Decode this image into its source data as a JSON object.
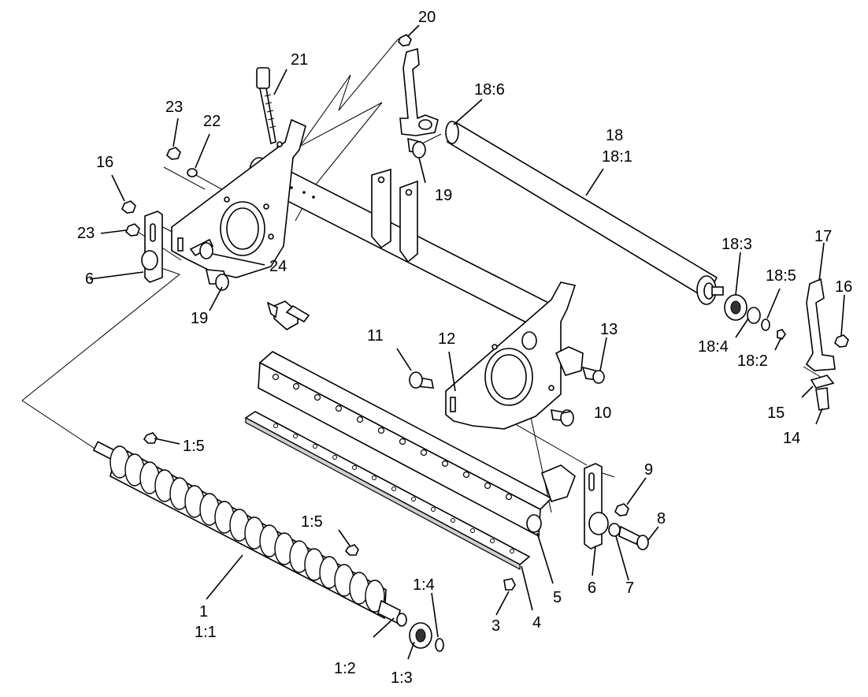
{
  "callouts": [
    {
      "id": "c20",
      "text": "20"
    },
    {
      "id": "c21",
      "text": "21"
    },
    {
      "id": "c23a",
      "text": "23"
    },
    {
      "id": "c22",
      "text": "22"
    },
    {
      "id": "c16a",
      "text": "16"
    },
    {
      "id": "c23b",
      "text": "23"
    },
    {
      "id": "c6a",
      "text": "6"
    },
    {
      "id": "c24",
      "text": "24"
    },
    {
      "id": "c19a",
      "text": "19"
    },
    {
      "id": "c19b",
      "text": "19"
    },
    {
      "id": "c18-6",
      "text": "18:6"
    },
    {
      "id": "c18",
      "text": "18"
    },
    {
      "id": "c18-1",
      "text": "18:1"
    },
    {
      "id": "c18-3",
      "text": "18:3"
    },
    {
      "id": "c18-5",
      "text": "18:5"
    },
    {
      "id": "c18-4",
      "text": "18:4"
    },
    {
      "id": "c18-2",
      "text": "18:2"
    },
    {
      "id": "c17",
      "text": "17"
    },
    {
      "id": "c16b",
      "text": "16"
    },
    {
      "id": "c15",
      "text": "15"
    },
    {
      "id": "c14",
      "text": "14"
    },
    {
      "id": "c13",
      "text": "13"
    },
    {
      "id": "c11",
      "text": "11"
    },
    {
      "id": "c12",
      "text": "12"
    },
    {
      "id": "c10",
      "text": "10"
    },
    {
      "id": "c9",
      "text": "9"
    },
    {
      "id": "c8",
      "text": "8"
    },
    {
      "id": "c6b",
      "text": "6"
    },
    {
      "id": "c7",
      "text": "7"
    },
    {
      "id": "c5",
      "text": "5"
    },
    {
      "id": "c4",
      "text": "4"
    },
    {
      "id": "c3",
      "text": "3"
    },
    {
      "id": "c1-5a",
      "text": "1:5"
    },
    {
      "id": "c1-5b",
      "text": "1:5"
    },
    {
      "id": "c1-4",
      "text": "1:4"
    },
    {
      "id": "c1",
      "text": "1"
    },
    {
      "id": "c1-1",
      "text": "1:1"
    },
    {
      "id": "c1-2",
      "text": "1:2"
    },
    {
      "id": "c1-3",
      "text": "1:3"
    }
  ]
}
